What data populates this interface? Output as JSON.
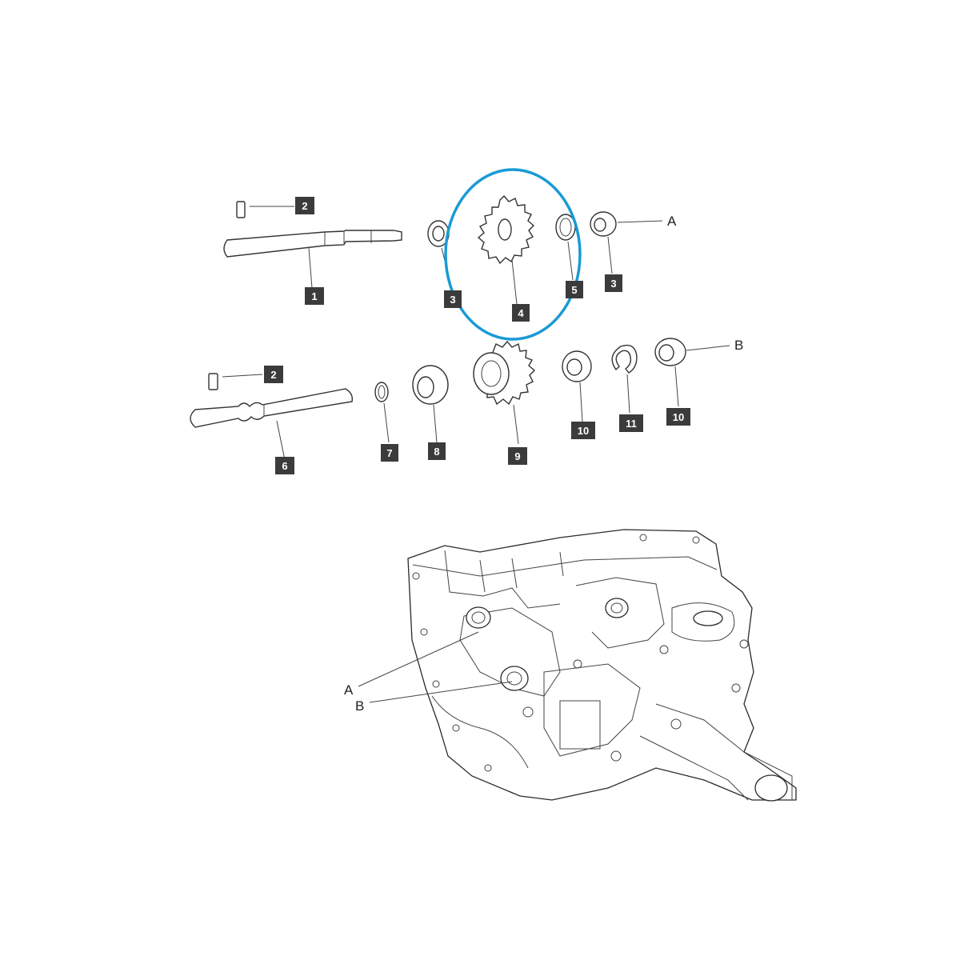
{
  "callouts": {
    "c1": "1",
    "c2a": "2",
    "c2b": "2",
    "c3a": "3",
    "c3b": "3",
    "c4": "4",
    "c5": "5",
    "c6": "6",
    "c7": "7",
    "c8": "8",
    "c9": "9",
    "c10a": "10",
    "c10b": "10",
    "c11": "11"
  },
  "letters": {
    "a_top": "A",
    "b_top": "B",
    "a_housing": "A",
    "b_housing": "B"
  },
  "highlight": {
    "color": "#1a9ad6",
    "target_part": "4"
  }
}
